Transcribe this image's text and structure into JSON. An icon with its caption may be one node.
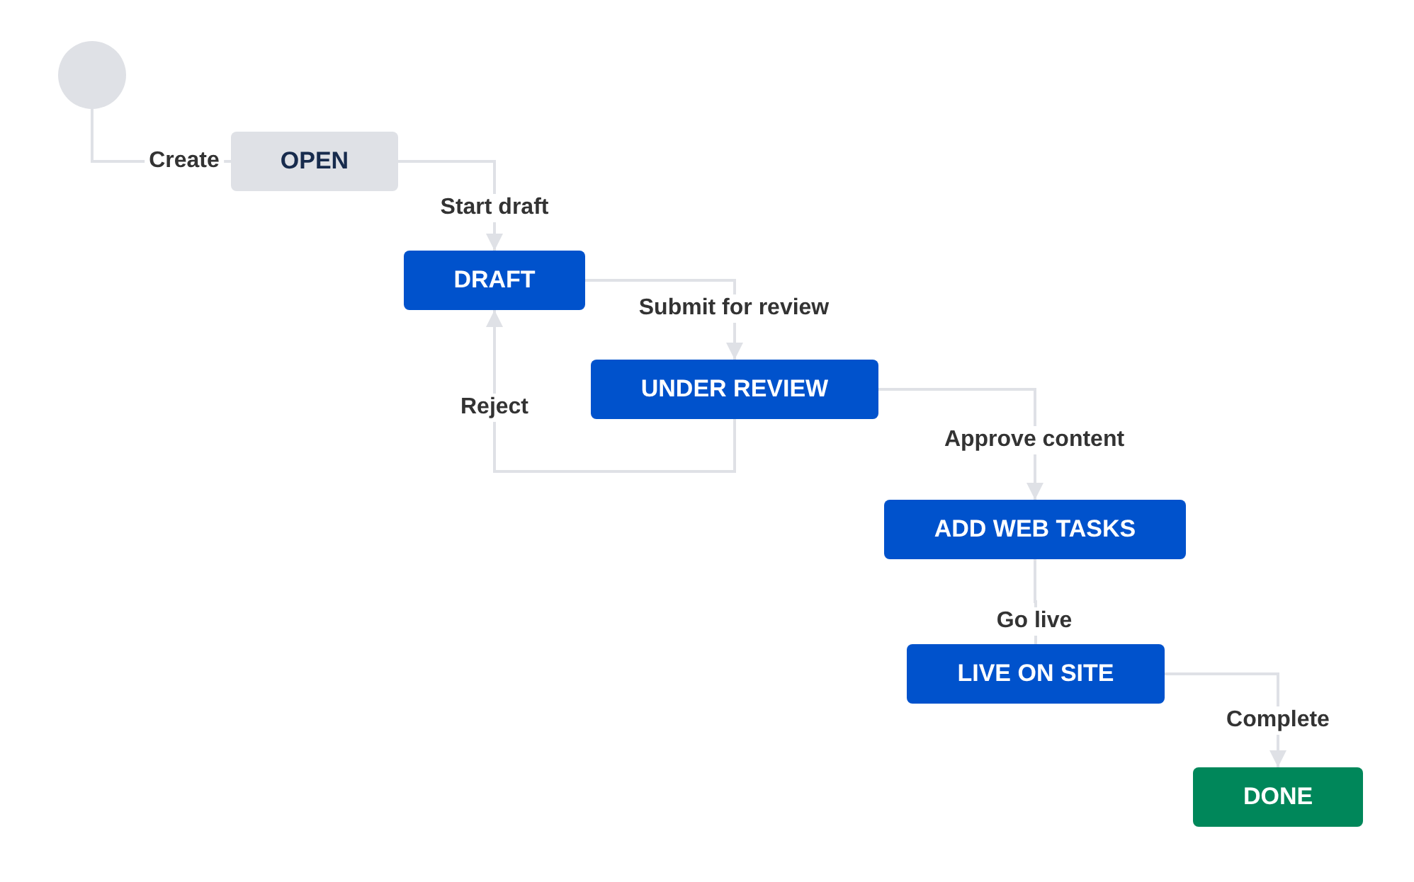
{
  "diagram": {
    "nodes": [
      {
        "text": [],
        "shape": "circle"
      },
      {
        "text": [
          "OPEN"
        ]
      },
      {
        "text": [
          "DRAFT"
        ]
      },
      {
        "text": [
          "UNDER REVIEW"
        ]
      },
      {
        "text": [
          "ADD WEB TASKS"
        ]
      },
      {
        "text": [
          "LIVE ON SITE"
        ]
      },
      {
        "text": [
          "DONE"
        ]
      }
    ],
    "edges": [
      {
        "from": 0,
        "to": 1,
        "arrow": "none",
        "label": "Create"
      },
      {
        "from": 1,
        "to": 2,
        "arrow": "to",
        "label": "Start draft"
      },
      {
        "from": 2,
        "to": 3,
        "arrow": "to",
        "label": "Submit for review"
      },
      {
        "from": 3,
        "to": 2,
        "arrow": "to",
        "label": "Reject"
      },
      {
        "from": 3,
        "to": 4,
        "arrow": "to",
        "label": "Approve content"
      },
      {
        "from": 4,
        "to": 5,
        "arrow": "none",
        "label": "Go live"
      },
      {
        "from": 5,
        "to": 6,
        "arrow": "to",
        "label": "Complete"
      }
    ]
  }
}
